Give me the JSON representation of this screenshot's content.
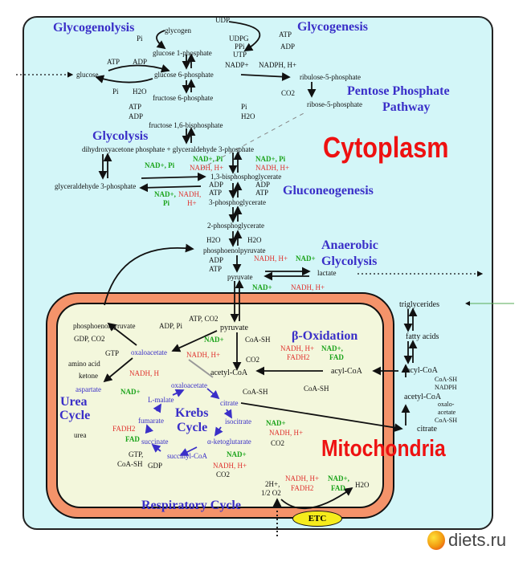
{
  "regions": {
    "cytoplasm": "Cytoplasm",
    "mitochondria": "Mitochondria"
  },
  "pathways": {
    "glycogenolysis": "Glycogenolysis",
    "glycogenesis": "Glycogenesis",
    "pentose1": "Pentose Phosphate",
    "pentose2": "Pathway",
    "glycolysis": "Glycolysis",
    "gluconeogenesis": "Gluconeogenesis",
    "anaerobic1": "Anaerobic",
    "anaerobic2": "Glycolysis",
    "beta_oxidation": "β-Oxidation",
    "urea1": "Urea",
    "urea2": "Cycle",
    "krebs1": "Krebs",
    "krebs2": "Cycle",
    "respiratory": "Respiratory Cycle"
  },
  "labels": {
    "udp": "UDP",
    "glycogen": "glycogen",
    "udpg": "UDPG",
    "ppi": "PPi",
    "utp": "UTP",
    "atp_gn": "ATP",
    "adp_gn": "ADP",
    "pi_gl": "Pi",
    "g1p": "glucose 1-phosphate",
    "atp_hk": "ATP",
    "adp_hk": "ADP",
    "nadp": "NADP+",
    "nadph": "NADPH, H+",
    "glucose": "glucose",
    "g6p": "glucose 6-phosphate",
    "ru5p": "ribulose-5-phosphate",
    "pi_g6": "Pi",
    "h2o_g6": "H2O",
    "co2_ppp": "CO2",
    "f6p": "fructose 6-phosphate",
    "r5p": "ribose-5-phosphate",
    "atp_pfk": "ATP",
    "adp_pfk": "ADP",
    "pi_fbp": "Pi",
    "h2o_fbp": "H2O",
    "f16bp": "fructose 1,6-bisphosphate",
    "dhap_gap": "dihydroxyacetone phosphate  +  glyceraldehyde 3-phosphate",
    "nad_pi_1": "NAD+, Pi",
    "nad_pi_2": "NAD+, Pi",
    "nadh_1": "NADH, H+",
    "nadh_2": "NADH, H+",
    "nad_pi_3": "NAD+, Pi",
    "bpg": "1,3-bisphosphoglycerate",
    "gap": "glyceraldehyde 3-phosphate",
    "adp_1": "ADP",
    "adp_2": "ADP",
    "atp_1": "ATP",
    "atp_2": "ATP",
    "nad_4": "NAD+,",
    "nadh_4": "NADH,",
    "pi_4": "Pi",
    "h_4": "H+",
    "pg3": "3-phosphoglycerate",
    "pg2": "2-phosphoglycerate",
    "h2o_1": "H2O",
    "h2o_2": "H2O",
    "pep": "phosphoenolpyruvate",
    "adp_pk": "ADP",
    "atp_pk": "ATP",
    "pyruvate": "pyruvate",
    "nadh_ldh": "NADH, H+",
    "nad_ldh": "NAD+",
    "lactate": "lactate",
    "nad_ldh2": "NAD+",
    "nadh_ldh2": "NADH, H+",
    "triglycerides": "triglycerides",
    "fatty_acids": "fatty acids",
    "acyl_coa_c": "acyl-CoA",
    "coash_c1": "CoA-SH",
    "nadph_c": "NADPH",
    "acetyl_coa_c": "acetyl-CoA",
    "oxalo1": "oxalo-",
    "oxalo2": "acetate",
    "coash_c2": "CoA-SH",
    "citrate_c": "citrate",
    "pep_m": "phosphoenolpyruvate",
    "adp_pi_m": "ADP, Pi",
    "atp_co2_m": "ATP, CO2",
    "pyruvate_m": "pyruvate",
    "gdp_co2": "GDP, CO2",
    "nad_pdh": "NAD+",
    "coash_pdh": "CoA-SH",
    "gtp_m": "GTP",
    "oxaloacetate_1": "oxaloacetate",
    "nadh_pdh": "NADH, H+",
    "co2_pdh": "CO2",
    "amino_acid": "amino acid",
    "ketone": "ketone",
    "nadh_m2": "NADH, H",
    "acetyl_coa_m": "acetyl-CoA",
    "aspartate": "aspartate",
    "nad_mdh": "NAD+",
    "oxaloacetate_2": "oxaloacetate",
    "coash_cs": "CoA-SH",
    "l_malate": "L-malate",
    "citrate_m": "citrate",
    "fumarate": "fumarate",
    "isocitrate": "isocitrate",
    "nad_idh": "NAD+",
    "nadh_idh": "NADH, H+",
    "fadh2_sdh": "FADH2",
    "fad_sdh": "FAD",
    "succinate": "succinate",
    "akg": "α-ketoglutarate",
    "co2_idh": "CO2",
    "nad_akg": "NAD+",
    "gtp_s": "GTP,",
    "coash_s": "CoA-SH",
    "gdp_s": "GDP",
    "succinyl_coa": "succinyl-CoA",
    "nadh_akg": "NADH, H+",
    "co2_akg": "CO2",
    "nadh_bo": "NADH, H+",
    "fadh2_bo": "FADH2",
    "nad_bo": "NAD+,",
    "fad_bo": "FAD",
    "acyl_coa_m": "acyl-CoA",
    "coash_bo": "CoA-SH",
    "urea": "urea",
    "nadh_etc": "NADH, H+",
    "fadh2_etc": "FADH2",
    "nad_etc": "NAD+,",
    "fad_etc": "FAD",
    "h2o_etc": "H2O",
    "h2_etc": "2H+,",
    "o2_etc": "1/2 O2",
    "etc": "ETC"
  },
  "watermark": "diets.ru",
  "colors": {
    "cytoplasm_bg": "#d3f6f8",
    "membrane": "#f4936a",
    "matrix_bg": "#f3f7dc",
    "title": "#3a2fc8",
    "consumed": "#1aa31a",
    "produced": "#e0322e",
    "region_label": "#ee1111",
    "etc": "#f6ec1c"
  }
}
